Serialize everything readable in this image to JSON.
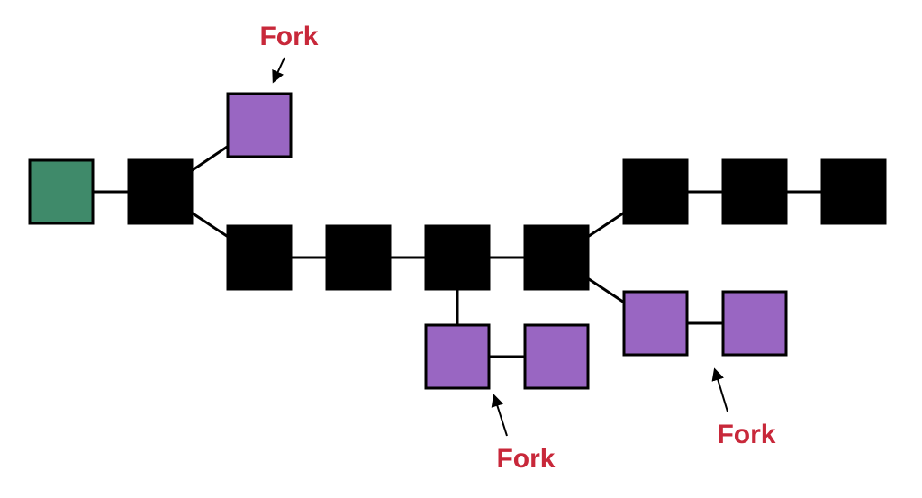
{
  "colors": {
    "genesis": "#3f8a6a",
    "main": "#000000",
    "fork": "#9966c2",
    "label": "#c8283a",
    "edge": "#000000"
  },
  "labels": {
    "fork_top": "Fork",
    "fork_middle": "Fork",
    "fork_right": "Fork"
  },
  "diagram": {
    "blocks": [
      {
        "id": "genesis",
        "type": "genesis"
      },
      {
        "id": "main-1",
        "type": "main"
      },
      {
        "id": "fork-a-1",
        "type": "fork"
      },
      {
        "id": "main-2",
        "type": "main"
      },
      {
        "id": "main-3",
        "type": "main"
      },
      {
        "id": "main-4",
        "type": "main"
      },
      {
        "id": "main-5",
        "type": "main"
      },
      {
        "id": "main-6",
        "type": "main"
      },
      {
        "id": "main-7",
        "type": "main"
      },
      {
        "id": "main-8",
        "type": "main"
      },
      {
        "id": "fork-b-1",
        "type": "fork"
      },
      {
        "id": "fork-b-2",
        "type": "fork"
      },
      {
        "id": "fork-c-1",
        "type": "fork"
      },
      {
        "id": "fork-c-2",
        "type": "fork"
      }
    ],
    "edges": [
      [
        "genesis",
        "main-1"
      ],
      [
        "main-1",
        "fork-a-1"
      ],
      [
        "main-1",
        "main-2"
      ],
      [
        "main-2",
        "main-3"
      ],
      [
        "main-3",
        "main-4"
      ],
      [
        "main-4",
        "main-5"
      ],
      [
        "main-5",
        "main-6"
      ],
      [
        "main-6",
        "main-7"
      ],
      [
        "main-7",
        "main-8"
      ],
      [
        "main-4",
        "fork-b-1"
      ],
      [
        "fork-b-1",
        "fork-b-2"
      ],
      [
        "main-5",
        "fork-c-1"
      ],
      [
        "fork-c-1",
        "fork-c-2"
      ]
    ]
  }
}
